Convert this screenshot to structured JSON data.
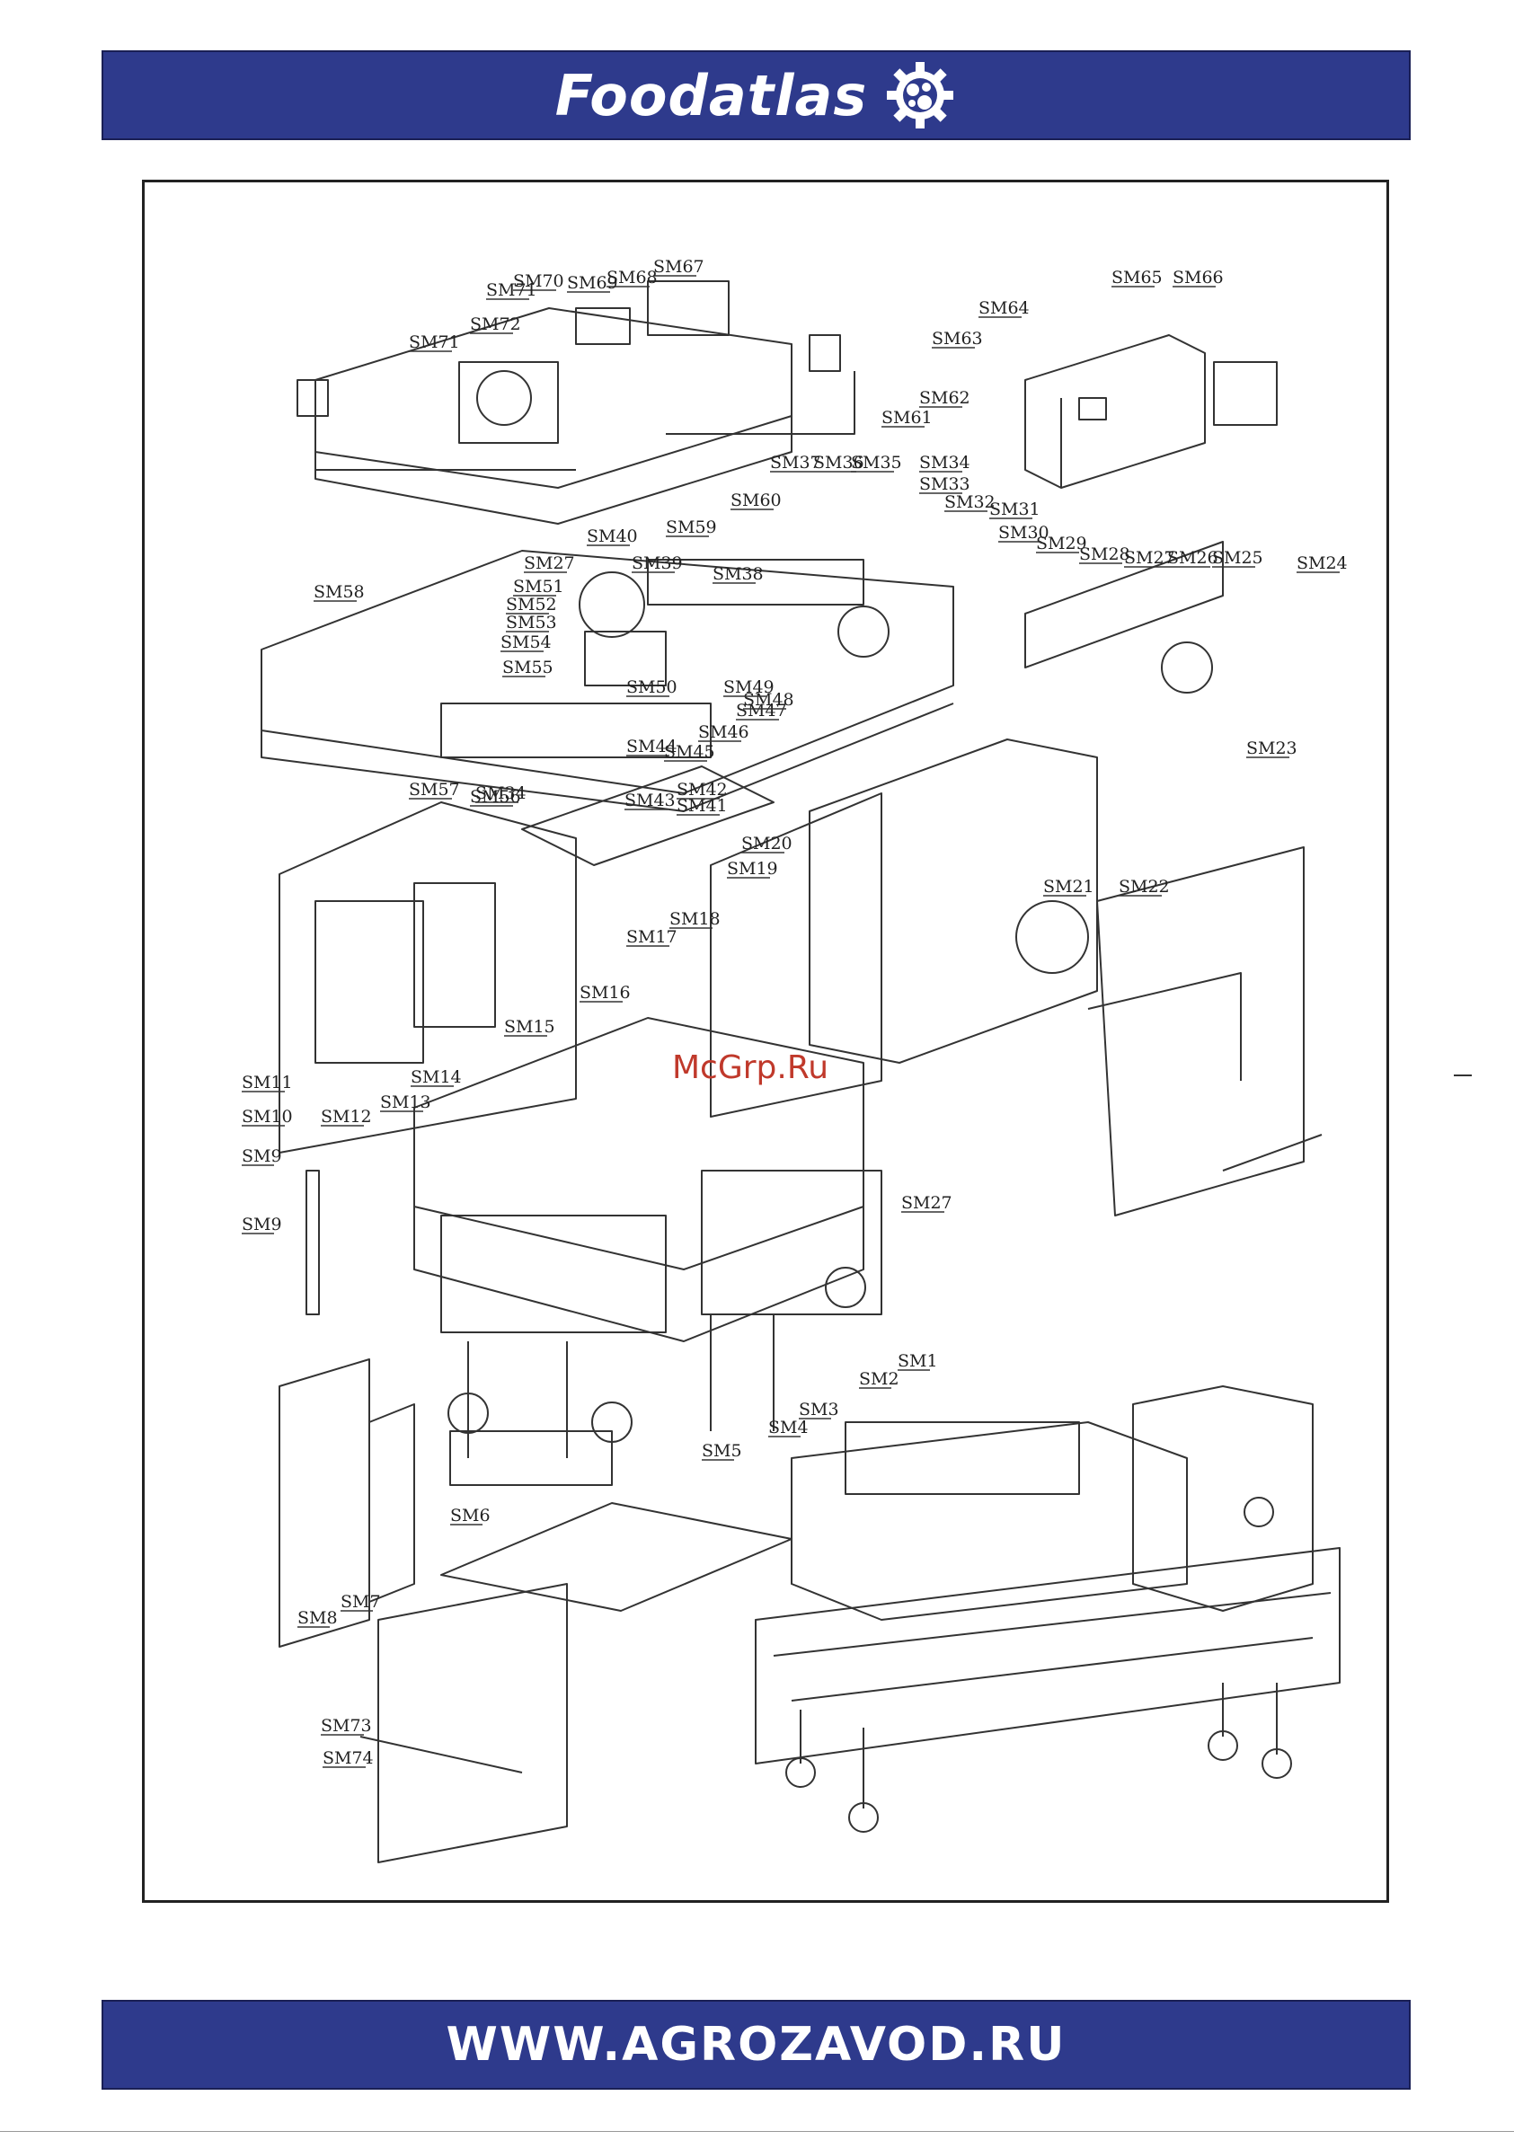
{
  "header": {
    "brand": "Foodatlas",
    "brand_icon": "gear-icon"
  },
  "footer": {
    "url": "WWW.AGROZAVOD.RU"
  },
  "watermark": "McGrp.Ru",
  "colors": {
    "band": "#2e3a8c",
    "watermark": "#c0392b"
  },
  "labels": [
    "SM1",
    "SM2",
    "SM3",
    "SM4",
    "SM5",
    "SM6",
    "SM7",
    "SM8",
    "SM9",
    "SM9",
    "SM10",
    "SM11",
    "SM12",
    "SM13",
    "SM14",
    "SM15",
    "SM16",
    "SM17",
    "SM18",
    "SM19",
    "SM20",
    "SM21",
    "SM22",
    "SM23",
    "SM24",
    "SM25",
    "SM26",
    "SM27",
    "SM27",
    "SM27",
    "SM28",
    "SM29",
    "SM30",
    "SM31",
    "SM32",
    "SM33",
    "SM34",
    "SM34",
    "SM35",
    "SM36",
    "SM37",
    "SM38",
    "SM39",
    "SM40",
    "SM41",
    "SM42",
    "SM43",
    "SM44",
    "SM45",
    "SM46",
    "SM47",
    "SM48",
    "SM49",
    "SM50",
    "SM51",
    "SM52",
    "SM53",
    "SM54",
    "SM55",
    "SM56",
    "SM57",
    "SM58",
    "SM59",
    "SM60",
    "SM61",
    "SM62",
    "SM63",
    "SM64",
    "SM65",
    "SM66",
    "SM67",
    "SM68",
    "SM69",
    "SM70",
    "SM71",
    "SM71",
    "SM72",
    "SM73",
    "SM74"
  ]
}
